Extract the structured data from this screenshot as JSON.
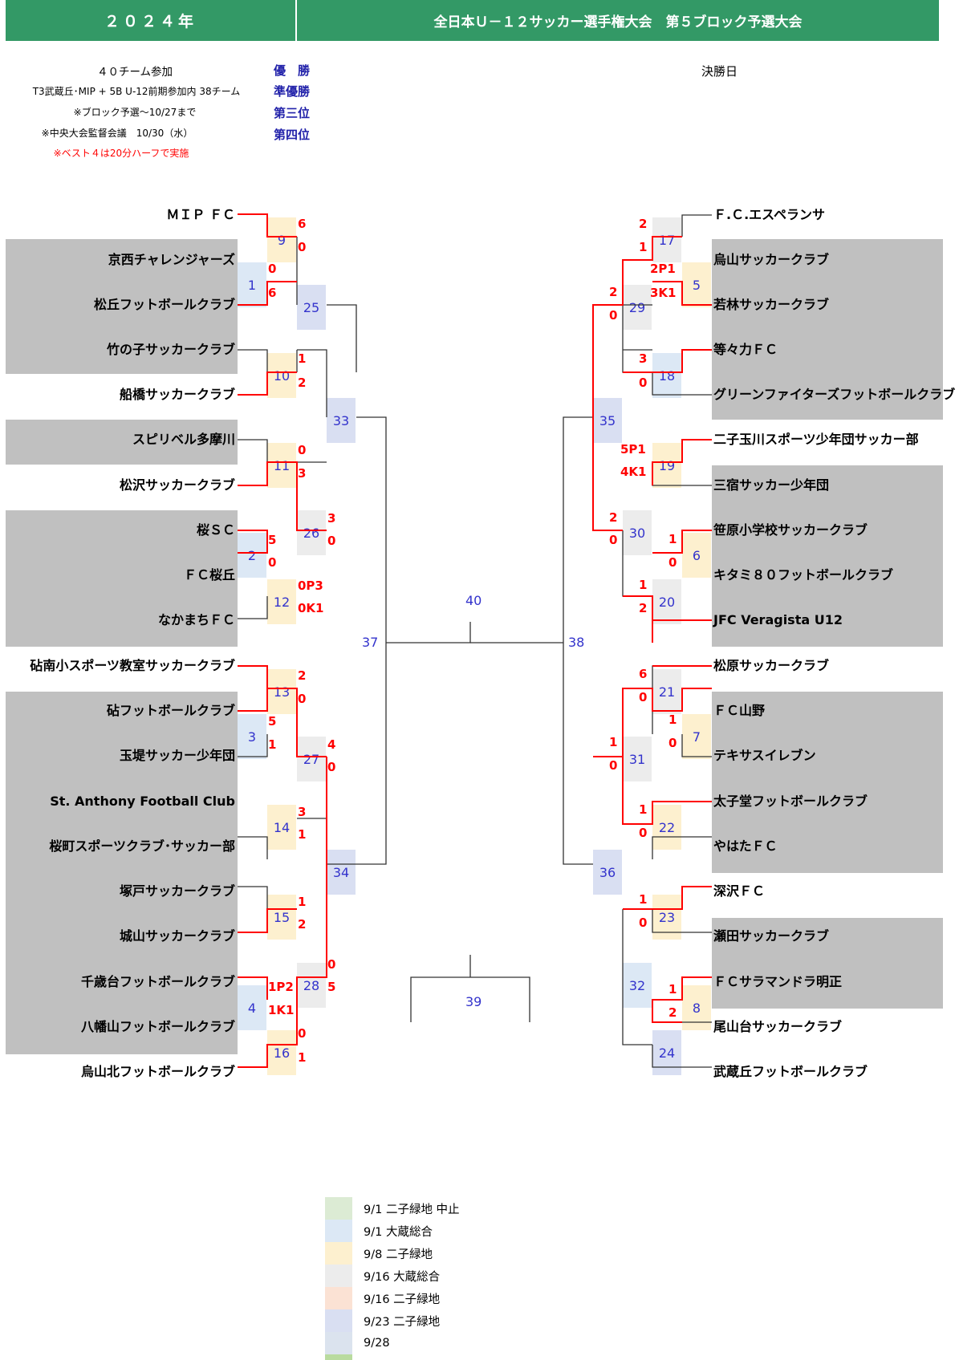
{
  "header": {
    "year": "２０２４年",
    "title": "全日本Ｕ－１２サッカー選手権大会　第５ブロック予選大会"
  },
  "info": {
    "teams": "４０チーム参加",
    "note1": "T3武蔵丘･MIP + 5B U-12前期参加内 38チーム",
    "note2": "※ブロック予選～10/27まで",
    "note3": "※中央大会監督会議　10/30（水）",
    "note4": "※ベスト４は20分ハーフで実施",
    "results": [
      "優　勝",
      "準優勝",
      "第三位",
      "第四位"
    ],
    "final_day": "決勝日"
  },
  "left_teams": [
    "ＭＩＰ ＦＣ",
    "京西チャレンジャーズ",
    "松丘フットボールクラブ",
    "竹の子サッカークラブ",
    "船橋サッカークラブ",
    "スピリベル多摩川",
    "松沢サッカークラブ",
    "桜ＳＣ",
    "ＦＣ桜丘",
    "なかまちＦＣ",
    "砧南小スポーツ教室サッカークラブ",
    "砧フットボールクラブ",
    "玉堤サッカー少年団",
    "St. Anthony Football Club",
    "桜町スポーツクラブ･サッカー部",
    "塚戸サッカークラブ",
    "城山サッカークラブ",
    "千歳台フットボールクラブ",
    "八幡山フットボールクラブ",
    "烏山北フットボールクラブ"
  ],
  "right_teams": [
    "Ｆ.Ｃ.エスペランサ",
    "烏山サッカークラブ",
    "若林サッカークラブ",
    "等々力ＦＣ",
    "グリーンファイターズフットボールクラブ",
    "二子玉川スポーツ少年団サッカー部",
    "三宿サッカー少年団",
    "笹原小学校サッカークラブ",
    "キタミ８０フットボールクラブ",
    "JFC Veragista U12",
    "松原サッカークラブ",
    "ＦＣ山野",
    "テキサスイレブン",
    "太子堂フットボールクラブ",
    "やはたＦＣ",
    "深沢ＦＣ",
    "瀬田サッカークラブ",
    "ＦＣサラマンドラ明正",
    "尾山台サッカークラブ",
    "武蔵丘フットボールクラブ"
  ],
  "match_numbers": [
    "1",
    "2",
    "3",
    "4",
    "5",
    "6",
    "7",
    "8",
    "9",
    "10",
    "11",
    "12",
    "13",
    "14",
    "15",
    "16",
    "17",
    "18",
    "19",
    "20",
    "21",
    "22",
    "23",
    "24",
    "25",
    "26",
    "27",
    "28",
    "29",
    "30",
    "31",
    "32",
    "33",
    "34",
    "35",
    "36",
    "37",
    "38",
    "39",
    "40"
  ],
  "scores": {
    "m9": [
      "6",
      "0"
    ],
    "m1": [
      "0",
      "6"
    ],
    "m10": [
      "1",
      "2"
    ],
    "m11": [
      "0",
      "3"
    ],
    "m2": [
      "5",
      "0"
    ],
    "m12": [
      "0P3",
      "0K1"
    ],
    "m26": [
      "3",
      "0"
    ],
    "m13": [
      "2",
      "0"
    ],
    "m3": [
      "5",
      "1"
    ],
    "m27": [
      "4",
      "0"
    ],
    "m14": [
      "3",
      "1"
    ],
    "m15": [
      "1",
      "2"
    ],
    "m4": [
      "1P2",
      "1K1"
    ],
    "m16": [
      "0",
      "1"
    ],
    "m28": [
      "0",
      "5"
    ],
    "m17": [
      "2",
      "1"
    ],
    "m5": [
      "2P1",
      "3K1"
    ],
    "m29": [
      "2",
      "0"
    ],
    "m18": [
      "3",
      "0"
    ],
    "m19": [
      "5P1",
      "4K1"
    ],
    "m30": [
      "2",
      "0"
    ],
    "m6": [
      "1",
      "0"
    ],
    "m20": [
      "1",
      "2"
    ],
    "m21": [
      "6",
      "0"
    ],
    "m7": [
      "1",
      "0"
    ],
    "m31": [
      "1",
      "0"
    ],
    "m22": [
      "1",
      "0"
    ],
    "m23": [
      "1",
      "0"
    ],
    "m8": [
      "1",
      "2"
    ]
  },
  "legend": [
    {
      "label": "9/1 二子緑地 中止",
      "color": "#dcebd4"
    },
    {
      "label": "9/1 大蔵総合",
      "color": "#dce8f5"
    },
    {
      "label": "9/8 二子緑地",
      "color": "#fdf0cf"
    },
    {
      "label": "9/16 大蔵総合",
      "color": "#ececec"
    },
    {
      "label": "9/16 二子緑地",
      "color": "#fbe2d4"
    },
    {
      "label": "9/23 二子緑地",
      "color": "#d9dff2"
    },
    {
      "label": "9/28",
      "color": "#dbe3ee"
    },
    {
      "label": "",
      "color": "#b9db9f"
    }
  ],
  "colors": {
    "header": "#339966",
    "win_line": "#ff0000",
    "band": "#c0c0c0",
    "match_no": "#3333cc",
    "result": "#2222aa"
  }
}
